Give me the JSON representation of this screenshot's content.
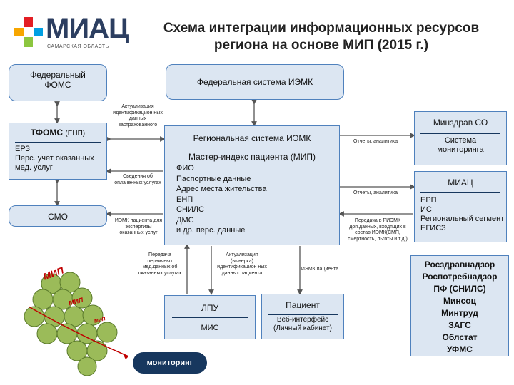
{
  "logo": {
    "name": "МИАЦ",
    "subtitle": "САМАРСКАЯ ОБЛАСТЬ",
    "icon": "cross-logo-icon",
    "colors": [
      "#e31e24",
      "#f7a600",
      "#8cc63f",
      "#00a0e3"
    ]
  },
  "title": "Схема интеграции информационных ресурсов региона на основе МИП (2015 г.)",
  "boxes": {
    "fed_foms": "Федеральный ФОМС",
    "fed_iemk": "Федеральная система ИЭМК",
    "tfoms_title": "ТФОМС",
    "tfoms_sub": "(ЕНП)",
    "tfoms_body": "ЕРЗ\nПерс. учет оказанных мед. услуг",
    "smo": "СМО",
    "reg_iemk": "Региональная система ИЭМК",
    "mip_title": "Мастер-индекс пациента (МИП)",
    "mip_items": [
      "ФИО",
      "Паспортные данные",
      "Адрес места жительства",
      "ЕНП",
      "СНИЛС",
      "ДМС",
      "и др. перс. данные"
    ],
    "minzdrav_title": "Минздрав СО",
    "minzdrav_body": "Система мониторинга",
    "miac_title": "МИАЦ",
    "miac_body": "ЕРП\nИС\nРегиональный сегмент ЕГИСЗ",
    "lpu_title": "ЛПУ",
    "lpu_body": "МИС",
    "patient_title": "Пациент",
    "patient_body": "Веб-интерфейс (Личный кабинет)",
    "agencies": [
      "Росздравнадзор",
      "Роспотребнадзор",
      "ПФ (СНИЛС)",
      "Минсоц",
      "Минтруд",
      "ЗАГС",
      "Облстат",
      "УФМС"
    ],
    "monitoring": "мониторинг"
  },
  "labels": {
    "actualization_top": "Актуализация идентификацион ных данных застрахованного",
    "paid_info": "Сведения об оплаченных услугах",
    "iemk_expertise": "ИЭМК пациента для экспертизы оказанных услуг",
    "primary_transfer": "Передача первичных мед.данных об оказанных услугах",
    "actualization_bottom": "Актуализация (выверка) идентификацион ных данных пациента",
    "iemk_patient": "ИЭМК пациента",
    "reports1": "Отчеты, аналитика",
    "reports2": "Отчеты, аналитика",
    "riemk_transfer": "Передача в РИЭМК доп.данных, входящих в состав ИЭМК(СМП, смертность, льготы и т.д.)",
    "mip_mark": "МИП"
  }
}
